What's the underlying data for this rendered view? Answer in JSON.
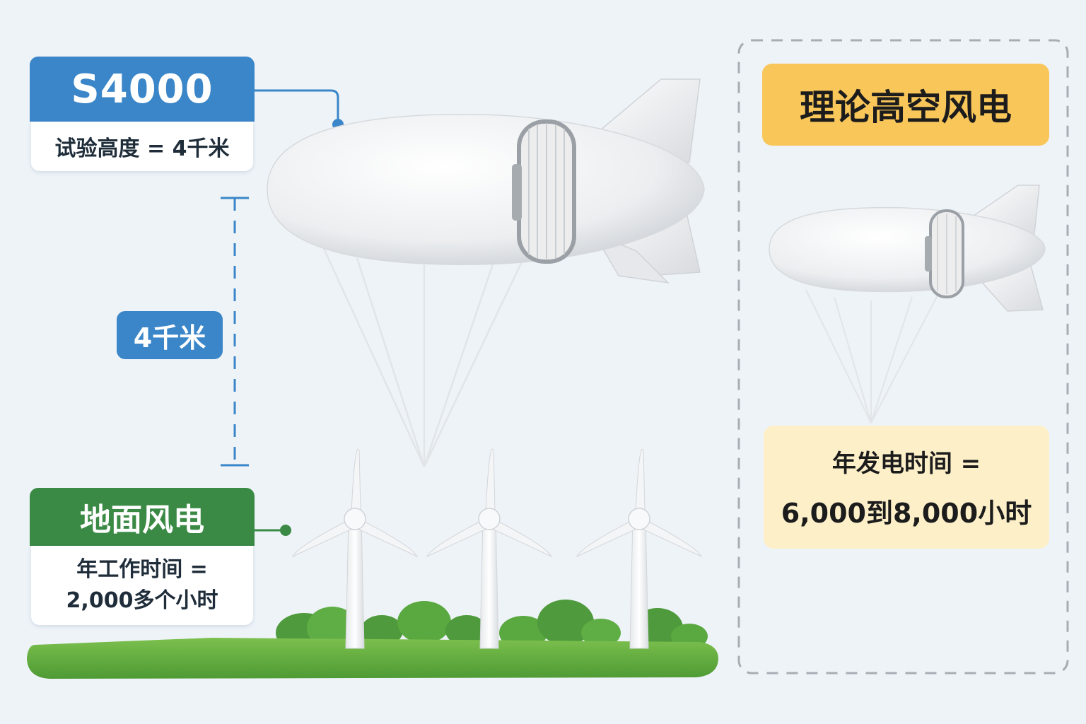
{
  "s4000": {
    "name": "S4000",
    "test_height": "试验高度 = 4千米"
  },
  "distance": {
    "label": "4千米"
  },
  "ground_wind": {
    "title": "地面风电",
    "hours_line1": "年工作时间 =",
    "hours_line2": "2,000多个小时"
  },
  "theory_wind": {
    "title": "理论高空风电",
    "hours_line1": "年发电时间 =",
    "hours_line2": "6,000到8,000小时"
  },
  "colors": {
    "blue_accent": "#3a86c8",
    "green_accent": "#3a8a45",
    "yellow_accent": "#f9c65a",
    "yellow_light": "#fdf0c9",
    "background": "#eef3f8"
  }
}
